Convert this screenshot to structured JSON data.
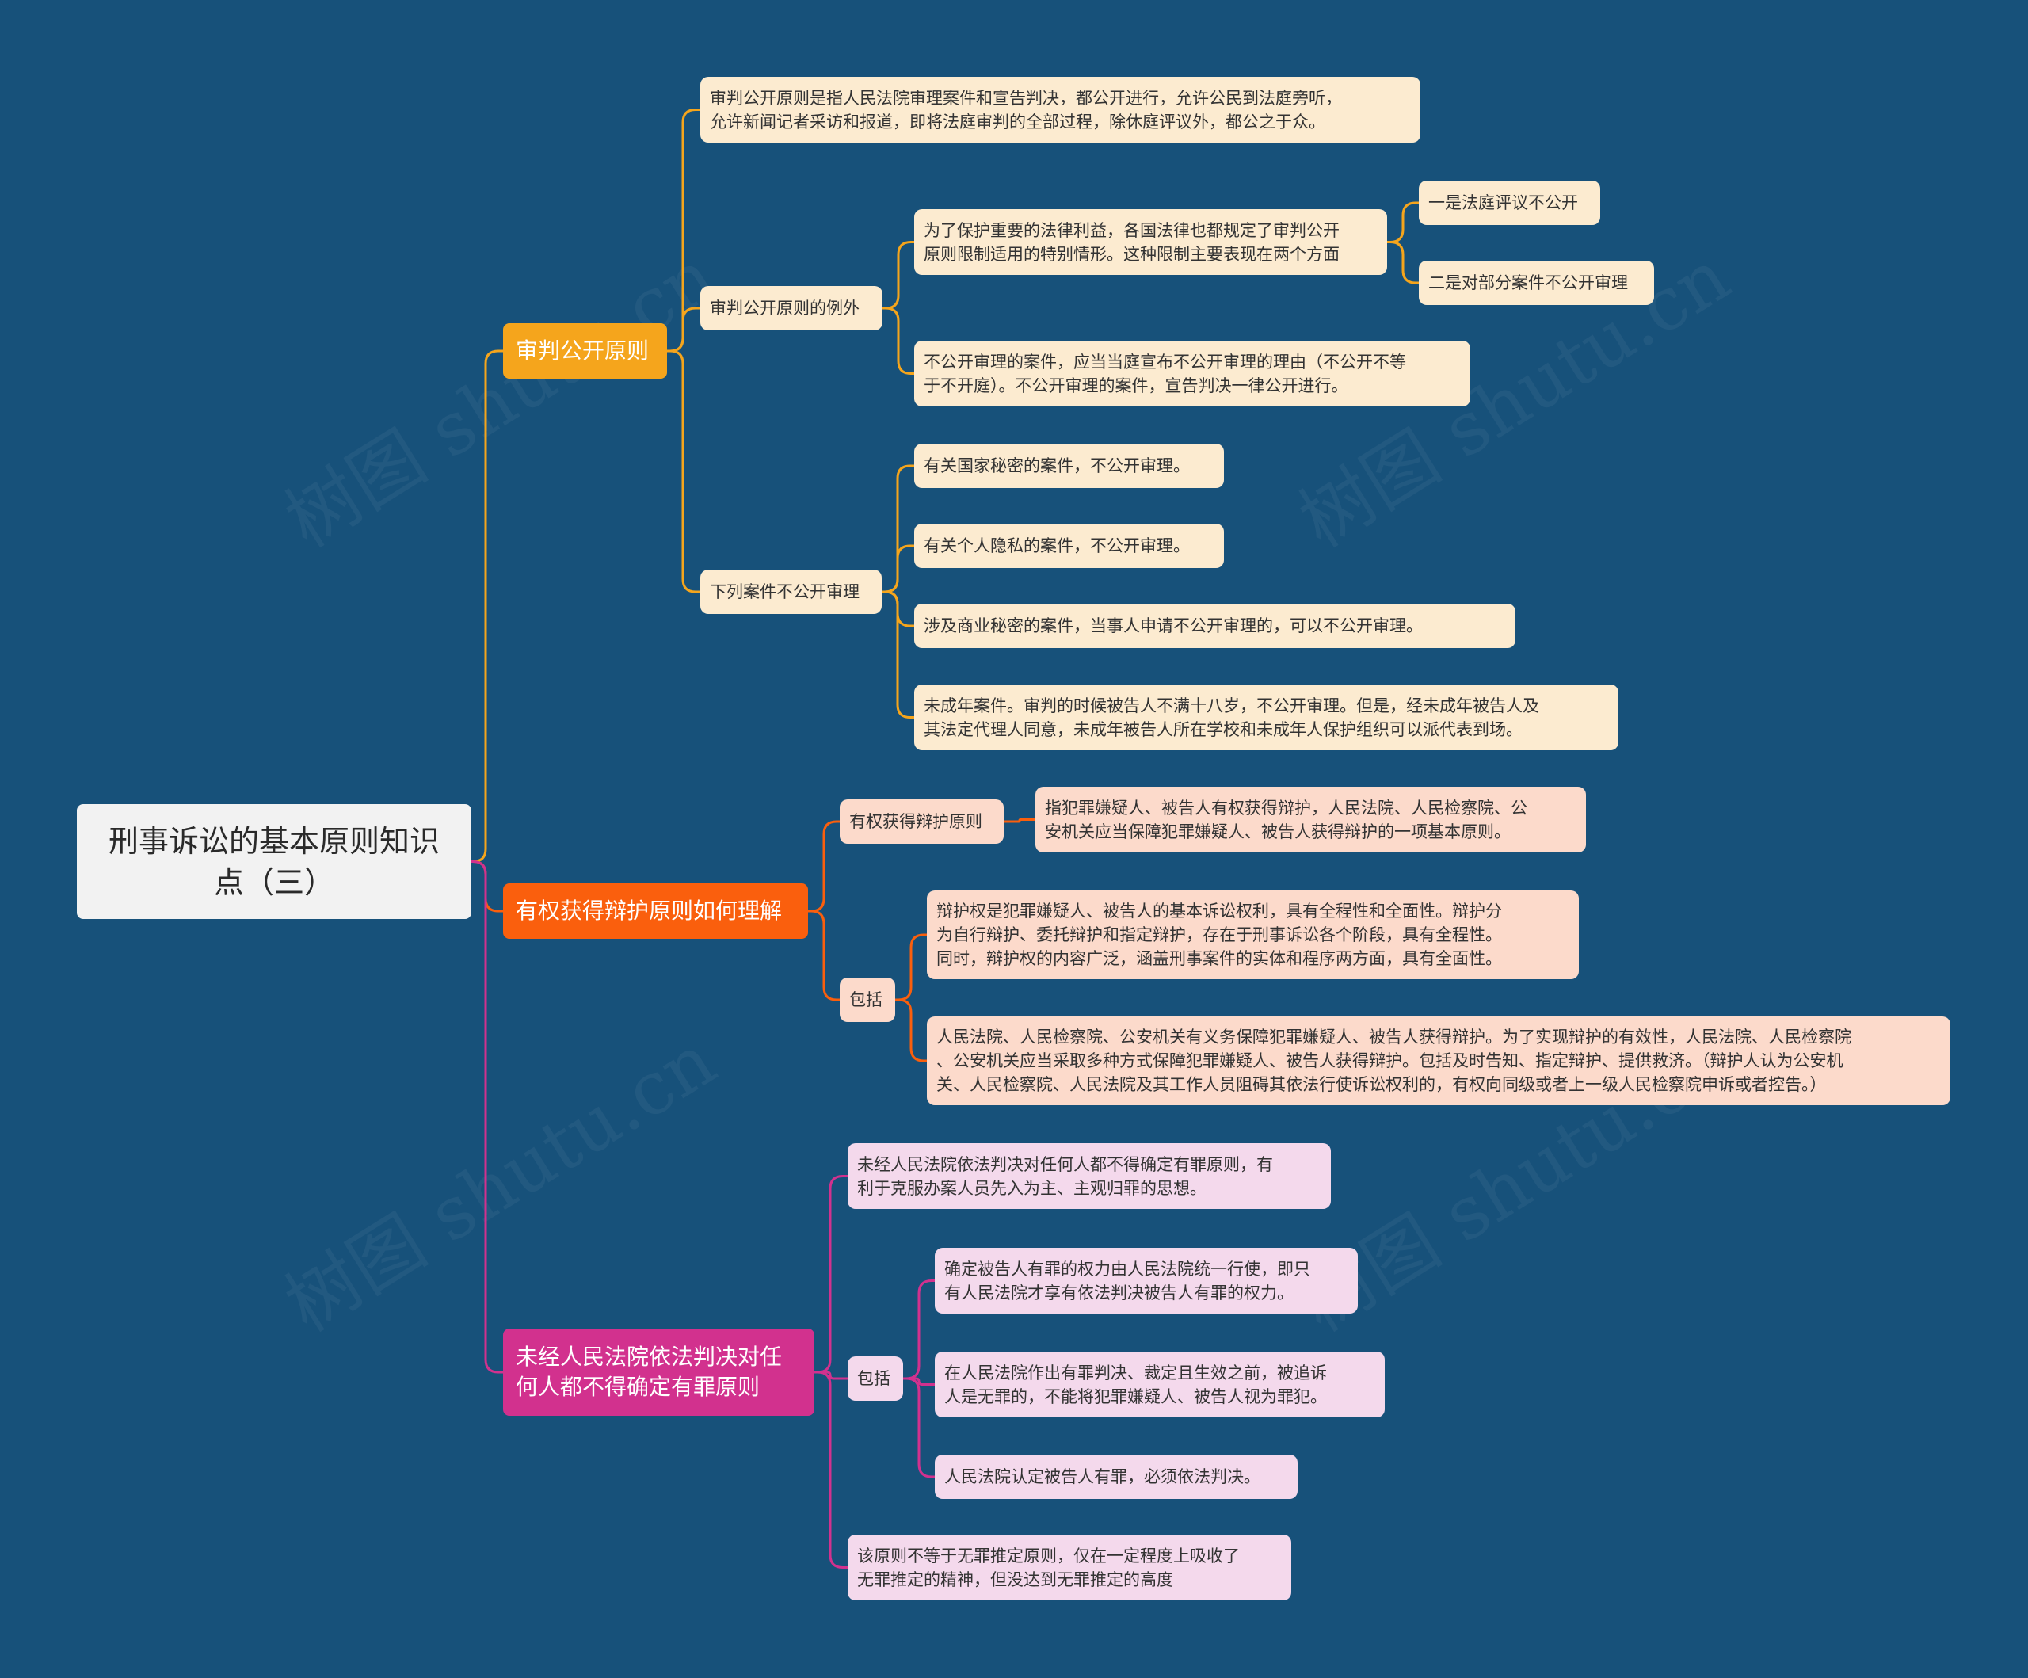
{
  "root": {
    "title": "刑事诉讼的基本原则知识\n点（三）"
  },
  "branches": [
    {
      "label": "审判公开原则",
      "children": [
        {
          "text": "审判公开原则是指人民法院审理案件和宣告判决，都公开进行，允许公民到法庭旁听，\n允许新闻记者采访和报道，即将法庭审判的全部过程，除休庭评议外，都公之于众。"
        },
        {
          "label": "审判公开原则的例外",
          "children": [
            {
              "text": "为了保护重要的法律利益，各国法律也都规定了审判公开\n原则限制适用的特别情形。这种限制主要表现在两个方面",
              "children": [
                "一是法庭评议不公开",
                "二是对部分案件不公开审理"
              ]
            },
            {
              "text": "不公开审理的案件，应当当庭宣布不公开审理的理由（不公开不等\n于不开庭）。不公开审理的案件，宣告判决一律公开进行。"
            }
          ]
        },
        {
          "label": "下列案件不公开审理",
          "children": [
            "有关国家秘密的案件，不公开审理。",
            "有关个人隐私的案件，不公开审理。",
            "涉及商业秘密的案件，当事人申请不公开审理的，可以不公开审理。",
            "未成年案件。审判的时候被告人不满十八岁，不公开审理。但是，经未成年被告人及\n其法定代理人同意，未成年被告人所在学校和未成年人保护组织可以派代表到场。"
          ]
        }
      ]
    },
    {
      "label": "有权获得辩护原则如何理解",
      "children": [
        {
          "label": "有权获得辩护原则",
          "children": [
            "指犯罪嫌疑人、被告人有权获得辩护，人民法院、人民检察院、公\n安机关应当保障犯罪嫌疑人、被告人获得辩护的一项基本原则。"
          ]
        },
        {
          "label": "包括",
          "children": [
            "辩护权是犯罪嫌疑人、被告人的基本诉讼权利，具有全程性和全面性。辩护分\n为自行辩护、委托辩护和指定辩护，存在于刑事诉讼各个阶段，具有全程性。\n同时，辩护权的内容广泛，涵盖刑事案件的实体和程序两方面，具有全面性。",
            "人民法院、人民检察院、公安机关有义务保障犯罪嫌疑人、被告人获得辩护。为了实现辩护的有效性，人民法院、人民检察院\n、公安机关应当采取多种方式保障犯罪嫌疑人、被告人获得辩护。包括及时告知、指定辩护、提供救济。（辩护人认为公安机\n关、人民检察院、人民法院及其工作人员阻碍其依法行使诉讼权利的，有权向同级或者上一级人民检察院申诉或者控告。）"
          ]
        }
      ]
    },
    {
      "label": "未经人民法院依法判决对任\n何人都不得确定有罪原则",
      "children": [
        {
          "text": "未经人民法院依法判决对任何人都不得确定有罪原则，有\n利于克服办案人员先入为主、主观归罪的思想。"
        },
        {
          "label": "包括",
          "children": [
            "确定被告人有罪的权力由人民法院统一行使，即只\n有人民法院才享有依法判决被告人有罪的权力。",
            "在人民法院作出有罪判决、裁定且生效之前，被追诉\n人是无罪的，不能将犯罪嫌疑人、被告人视为罪犯。",
            "人民法院认定被告人有罪，必须依法判决。"
          ]
        },
        {
          "text": "该原则不等于无罪推定原则，仅在一定程度上吸收了\n无罪推定的精神，但没达到无罪推定的高度"
        }
      ]
    }
  ],
  "watermark": "树图 shutu.cn",
  "colors": {
    "background": "#17517a",
    "branch1": "#f5a51c",
    "branch2": "#fa5f0d",
    "branch3": "#d2318e",
    "fill1": "#fcebd0",
    "fill2": "#fcdacb",
    "fill3": "#f4d9ec"
  }
}
